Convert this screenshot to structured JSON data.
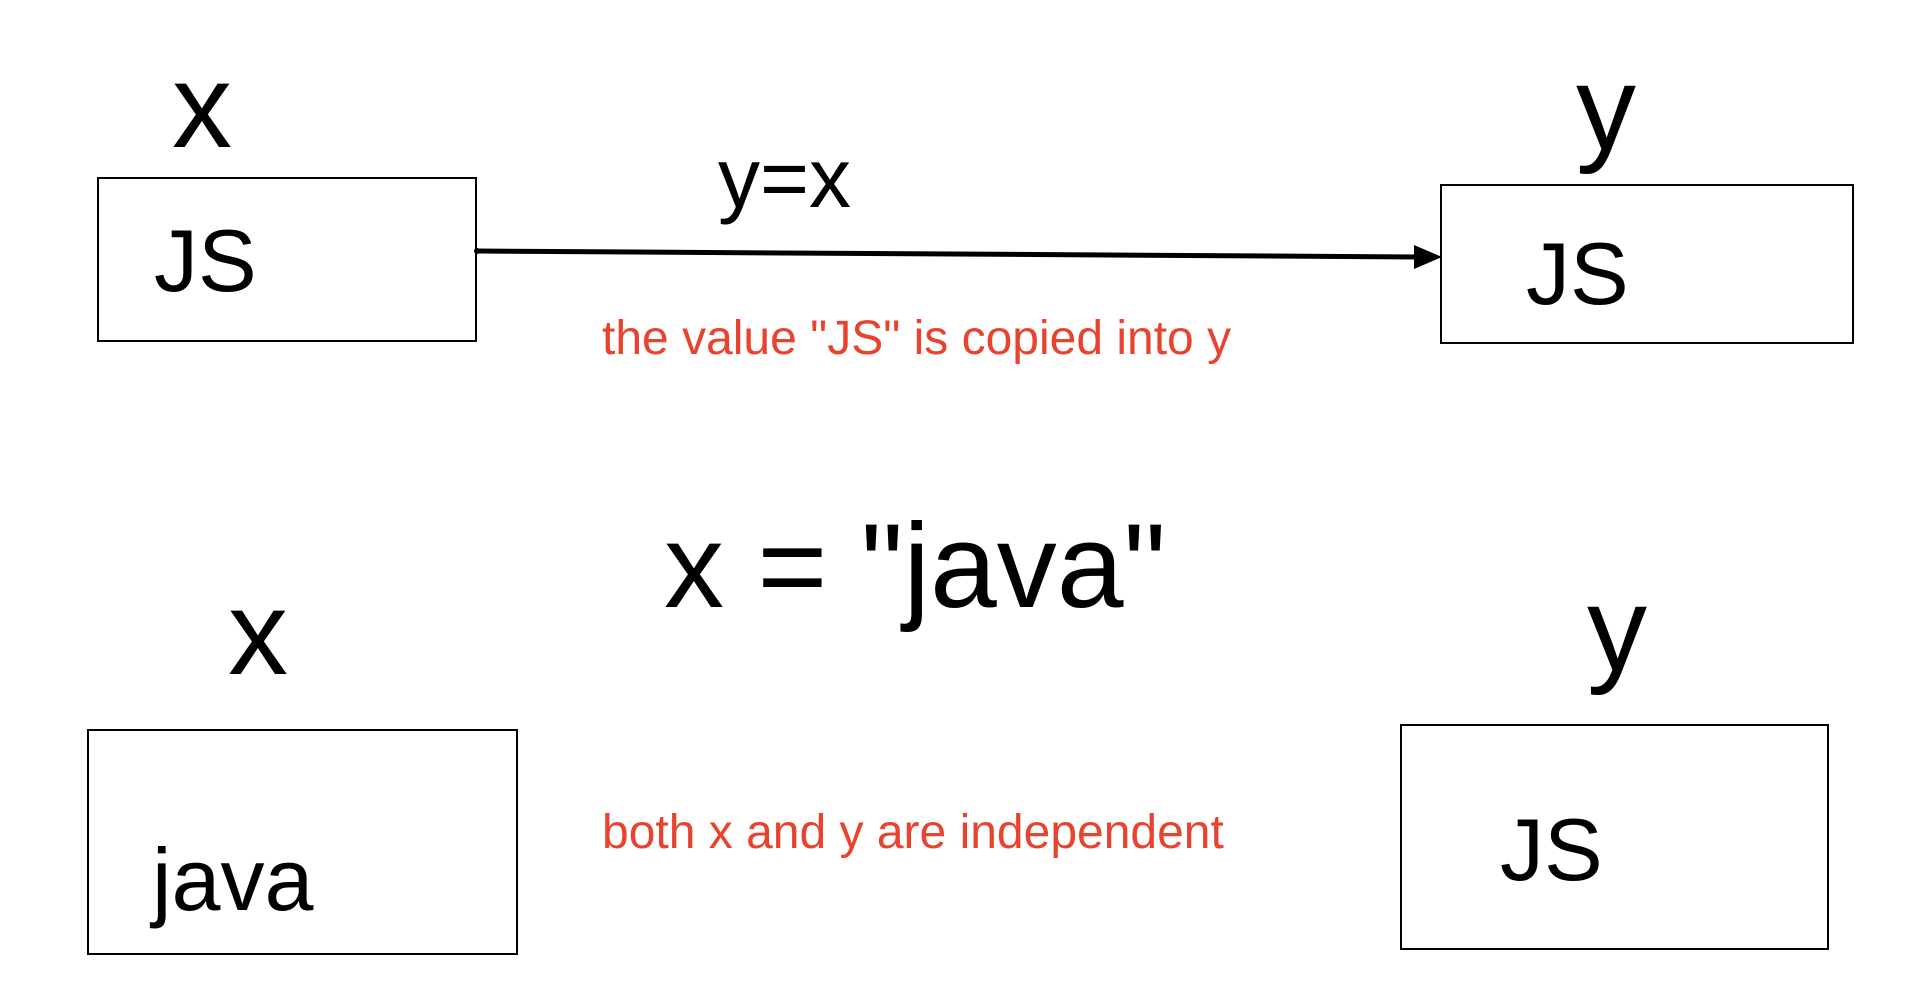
{
  "top": {
    "x_label": "x",
    "y_label": "y",
    "x_value": "JS",
    "y_value": "JS",
    "operation": "y=x",
    "note": "the value \"JS\" is copied into y"
  },
  "bottom": {
    "x_label": "x",
    "y_label": "y",
    "x_value": "java",
    "y_value": "JS",
    "operation": "x = \"java\"",
    "note": "both x and y are independent"
  },
  "colors": {
    "note": "#e8432e",
    "stroke": "#000000"
  }
}
